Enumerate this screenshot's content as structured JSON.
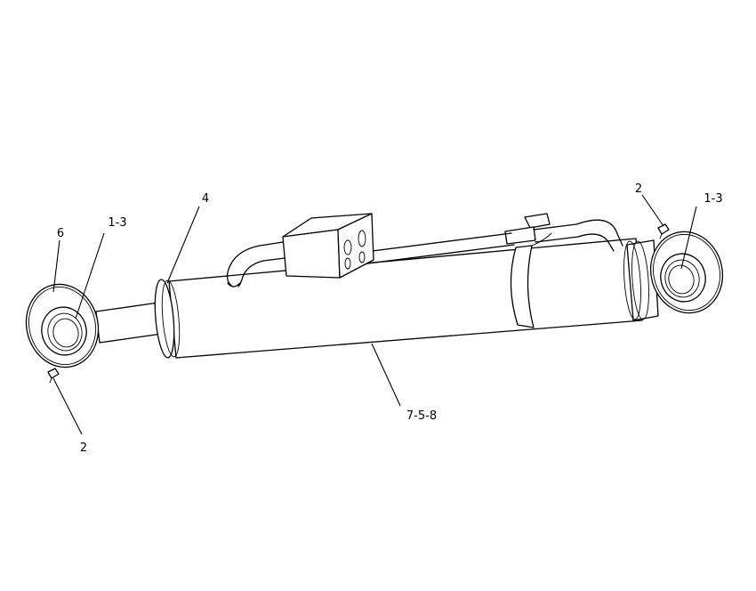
{
  "callouts": {
    "c6": "6",
    "c13_left": "1-3",
    "c4": "4",
    "c2_left": "2",
    "c758": "7-5-8",
    "c2_right": "2",
    "c13_right": "1-3"
  }
}
